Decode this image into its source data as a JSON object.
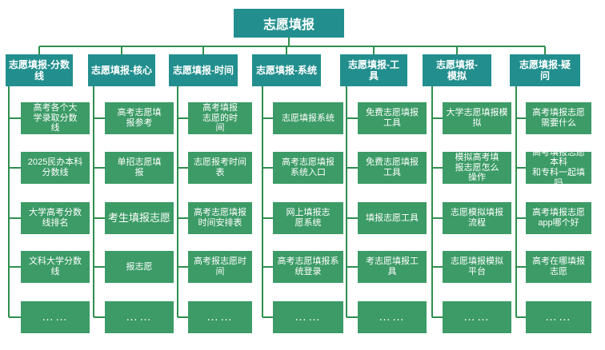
{
  "root": {
    "label": "志愿填报"
  },
  "categories": [
    {
      "label": "志愿填报-分数线",
      "items": [
        "高考各个大\n学录取分数\n线",
        "2025民办本科\n分数线",
        "大学高考分数\n线排名",
        "文科大学分数\n线",
        "……"
      ]
    },
    {
      "label": "志愿填报-核心",
      "items": [
        "高考志愿填\n报参考",
        "单招志愿填\n报",
        "考生填报志愿",
        "报志愿",
        "……"
      ]
    },
    {
      "label": "志愿填报-时间",
      "items": [
        "高考填报\n志愿的时\n间",
        "志愿报考时间\n表",
        "高考志愿填报\n时间安排表",
        "高考报志愿时\n间",
        "……"
      ]
    },
    {
      "label": "志愿填报-系统",
      "items": [
        "志愿填报系统",
        "高考志愿填报\n系统入口",
        "网上填报志\n愿系统",
        "高考志愿填报系\n统登录",
        "……"
      ]
    },
    {
      "label": "志愿填报-工\n具",
      "items": [
        "免费志愿填报\n工具",
        "免费志愿填报\n工具",
        "填报志愿工具",
        "考志愿填报工\n具",
        "……"
      ]
    },
    {
      "label": "志愿填报-\n模拟",
      "items": [
        "大学志愿填报模拟",
        "模拟高考填\n报志愿怎么\n操作",
        "志愿模拟填报\n流程",
        "志愿填报模拟\n平台",
        "……"
      ]
    },
    {
      "label": "志愿填报-疑\n问",
      "items": [
        "高考填报志愿\n需要什么",
        "高考填报志愿本科\n和专科一起填吗",
        "高考填报志愿\napp哪个好",
        "高考在哪填报\n志愿",
        "……"
      ]
    }
  ]
}
